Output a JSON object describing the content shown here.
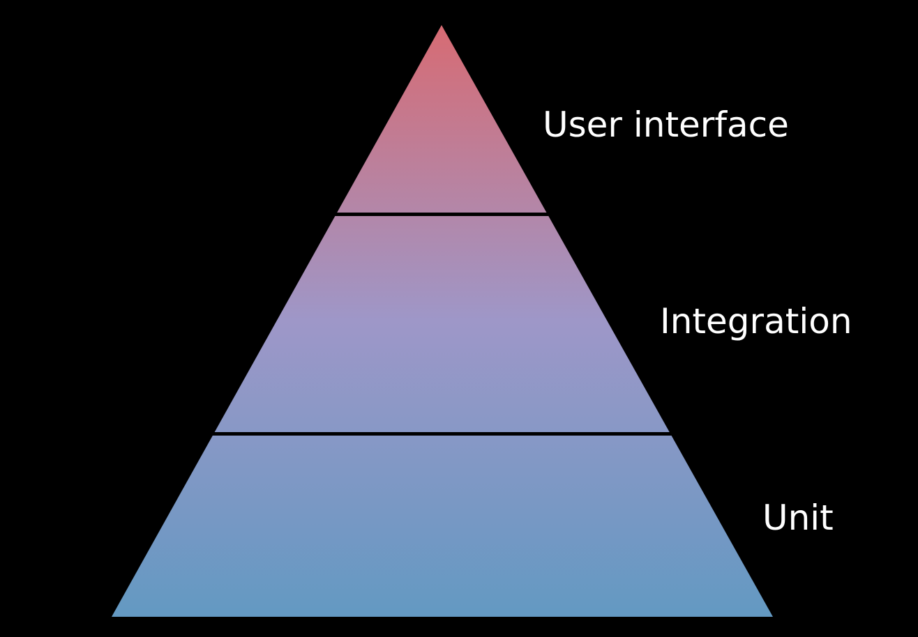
{
  "diagram": {
    "type": "pyramid",
    "colors": {
      "background": "#000000",
      "top": "#d76b73",
      "middle": "#9e97c8",
      "bottom": "#6399c2",
      "divider": "#000000",
      "label": "#ffffff"
    },
    "tiers": [
      {
        "id": "top",
        "label": "User interface"
      },
      {
        "id": "middle",
        "label": "Integration"
      },
      {
        "id": "bottom",
        "label": "Unit"
      }
    ]
  }
}
